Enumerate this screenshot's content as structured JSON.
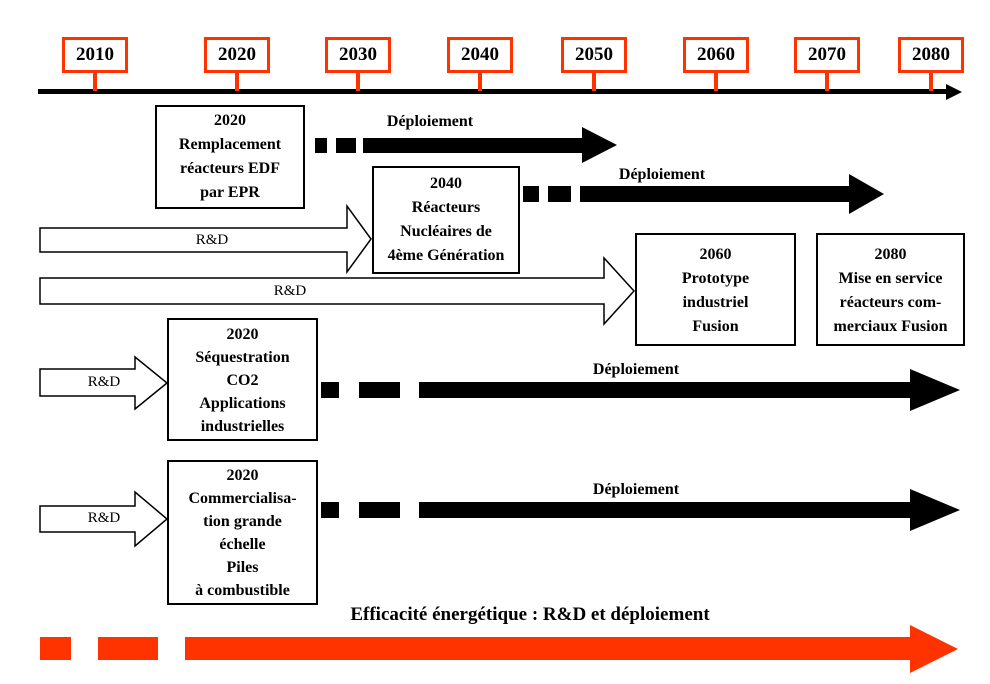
{
  "colors": {
    "accent": "#FF3300",
    "ink": "#000000",
    "paper": "#FFFFFF"
  },
  "timeline": {
    "years": [
      "2010",
      "2020",
      "2030",
      "2040",
      "2050",
      "2060",
      "2070",
      "2080"
    ]
  },
  "labels": {
    "deployment": "Déploiement",
    "rnd": "R&D",
    "bottom_banner": "Efficacité énergétique : R&D et déploiement"
  },
  "boxes": {
    "epr": {
      "lines": [
        "2020",
        "Remplacement",
        "réacteurs EDF",
        "par EPR"
      ]
    },
    "gen4": {
      "lines": [
        "2040",
        "Réacteurs",
        "Nucléaires de",
        "4ème Génération"
      ]
    },
    "fusion_prototype": {
      "lines": [
        "2060",
        "Prototype",
        "industriel",
        "Fusion"
      ]
    },
    "fusion_commercial": {
      "lines": [
        "2080",
        "Mise en service",
        "réacteurs com-",
        "merciaux Fusion"
      ]
    },
    "co2": {
      "lines": [
        "2020",
        "Séquestration",
        "CO2",
        "Applications",
        "industrielles"
      ]
    },
    "fuel_cell": {
      "lines": [
        "2020",
        "Commercialisa-",
        "tion grande",
        "échelle",
        "Piles",
        "à combustible"
      ]
    }
  }
}
